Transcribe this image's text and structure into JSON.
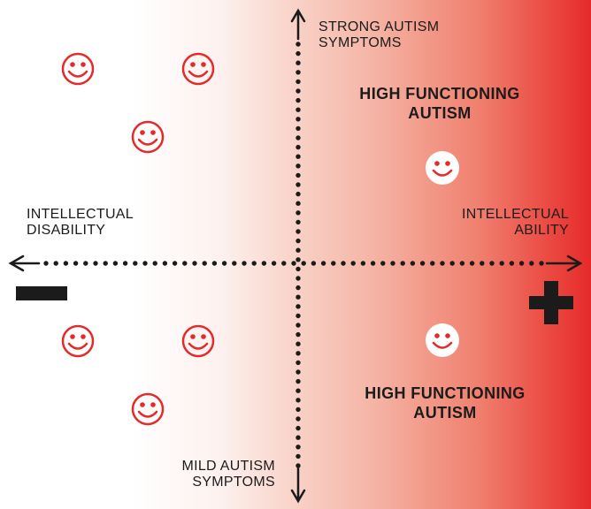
{
  "labels": {
    "top_line1": "STRONG AUTISM",
    "top_line2": "SYMPTOMS",
    "bottom_line1": "MILD AUTISM",
    "bottom_line2": "SYMPTOMS",
    "left_line1": "INTELLECTUAL",
    "left_line2": "DISABILITY",
    "right_line1": "INTELLECTUAL",
    "right_line2": "ABILITY",
    "hfa_top_line1": "HIGH FUNCTIONING",
    "hfa_top_line2": "AUTISM",
    "hfa_bottom_line1": "HIGH FUNCTIONING",
    "hfa_bottom_line2": "AUTISM"
  },
  "signs": {
    "negative": "minus-sign",
    "positive": "plus-sign"
  },
  "faces": {
    "top_left_count": 3,
    "bottom_left_count": 3,
    "top_right_count": 1,
    "bottom_right_count": 1,
    "left_face_color": "#e52a2a",
    "right_face_color": "#ffffff",
    "right_face_feature_color": "#e52a2a"
  },
  "colors": {
    "gradient_start": "#ffffff",
    "gradient_end": "#e52a2a",
    "axis_color": "#1b1b1b"
  }
}
